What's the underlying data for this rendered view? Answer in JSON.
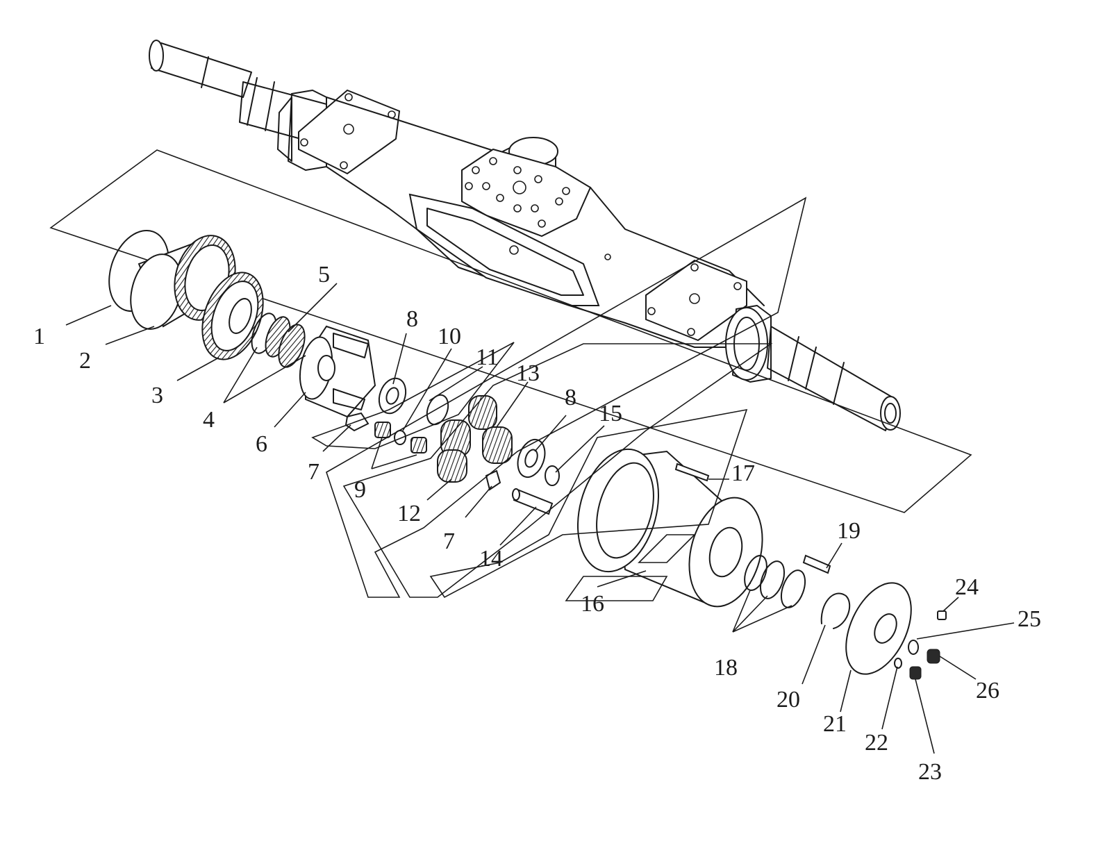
{
  "diagram": {
    "callouts": [
      {
        "label": "1"
      },
      {
        "label": "2"
      },
      {
        "label": "3"
      },
      {
        "label": "4"
      },
      {
        "label": "5"
      },
      {
        "label": "6"
      },
      {
        "label": "7"
      },
      {
        "label": "8"
      },
      {
        "label": "9"
      },
      {
        "label": "10"
      },
      {
        "label": "11"
      },
      {
        "label": "12"
      },
      {
        "label": "13"
      },
      {
        "label": "7"
      },
      {
        "label": "8"
      },
      {
        "label": "14"
      },
      {
        "label": "15"
      },
      {
        "label": "16"
      },
      {
        "label": "17"
      },
      {
        "label": "18"
      },
      {
        "label": "19"
      },
      {
        "label": "20"
      },
      {
        "label": "21"
      },
      {
        "label": "22"
      },
      {
        "label": "23"
      },
      {
        "label": "24"
      },
      {
        "label": "25"
      },
      {
        "label": "26"
      }
    ]
  }
}
